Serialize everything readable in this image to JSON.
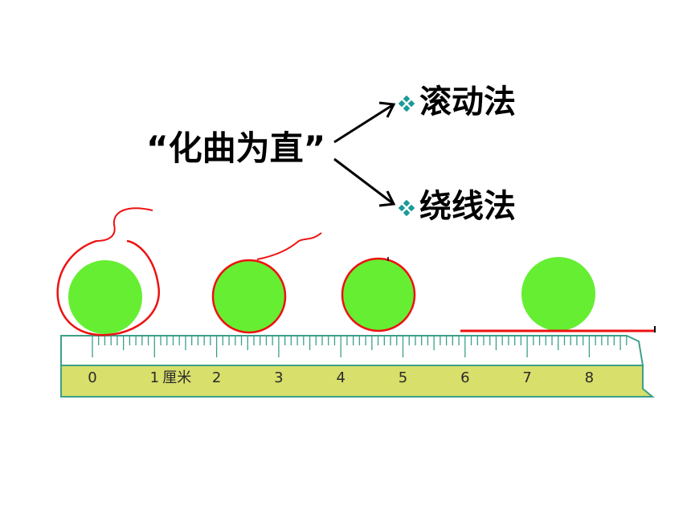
{
  "main_label": "“化曲为直”",
  "methods": [
    {
      "label": "滚动法",
      "bullet_icon": "diamond-bullet-icon"
    },
    {
      "label": "绕线法",
      "bullet_icon": "diamond-bullet-icon"
    }
  ],
  "ruler": {
    "unit_label": "厘米",
    "numbers": [
      "0",
      "1",
      "2",
      "3",
      "4",
      "5",
      "6",
      "7",
      "8"
    ]
  },
  "colors": {
    "ball": "#66ee33",
    "ring": "#ee1111",
    "ruler_band": "#d8df6a",
    "ruler_ticks": "#3c9f8a",
    "bullet": "#1a9a9a"
  }
}
